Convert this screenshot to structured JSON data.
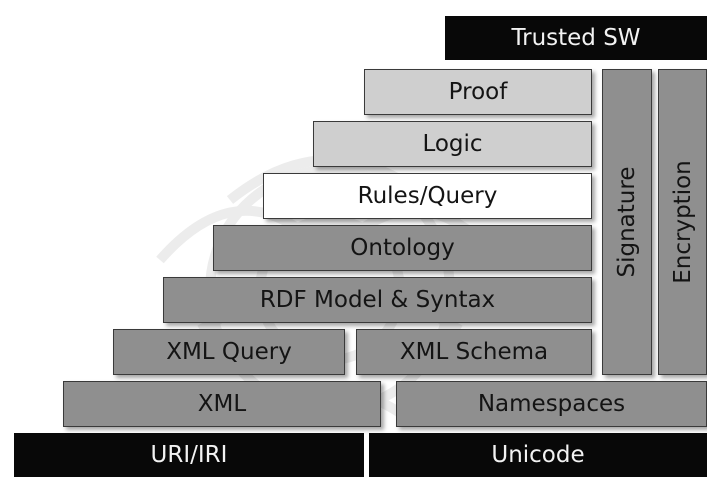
{
  "diagram": {
    "top": "Trusted SW",
    "proof": "Proof",
    "logic": "Logic",
    "rules_query": "Rules/Query",
    "ontology": "Ontology",
    "rdf": "RDF Model & Syntax",
    "xml_query": "XML Query",
    "xml_schema": "XML Schema",
    "xml": "XML",
    "namespaces": "Namespaces",
    "uri_iri": "URI/IRI",
    "unicode": "Unicode",
    "signature": "Signature",
    "encryption": "Encryption"
  },
  "colors": {
    "dark": "#080808",
    "medium_gray": "#8f8f8f",
    "light_gray": "#cfcfcf",
    "white": "#ffffff"
  }
}
